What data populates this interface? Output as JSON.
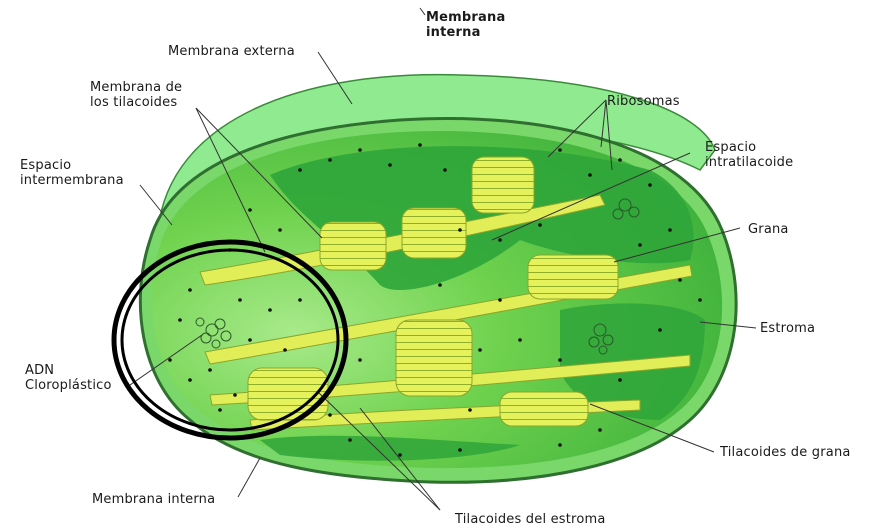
{
  "labels": {
    "membrana_interna_top": [
      "Membrana",
      "interna"
    ],
    "membrana_externa": "Membrana externa",
    "membrana_tilacoides": [
      "Membrana de",
      "los tilacoides"
    ],
    "ribosomas": "Ribosomas",
    "espacio_intratilacoide": [
      "Espacio",
      "intratilacoide"
    ],
    "espacio_intermembrana": [
      "Espacio",
      "intermembrana"
    ],
    "grana": "Grana",
    "estroma": "Estroma",
    "adn": [
      "ADN",
      "Cloroplástico"
    ],
    "tilacoides_grana": "Tilacoides de grana",
    "membrana_interna_bottom": "Membrana interna",
    "tilacoides_estroma": "Tilacoides del estroma"
  },
  "colors": {
    "outer_membrane": "#8fe88f",
    "stroma": "#5cc63c",
    "stroma_light": "#8ee070",
    "dark_region": "#2f9e3a",
    "thylakoid": "#e4f05a",
    "highlight_circle": "#000000"
  }
}
